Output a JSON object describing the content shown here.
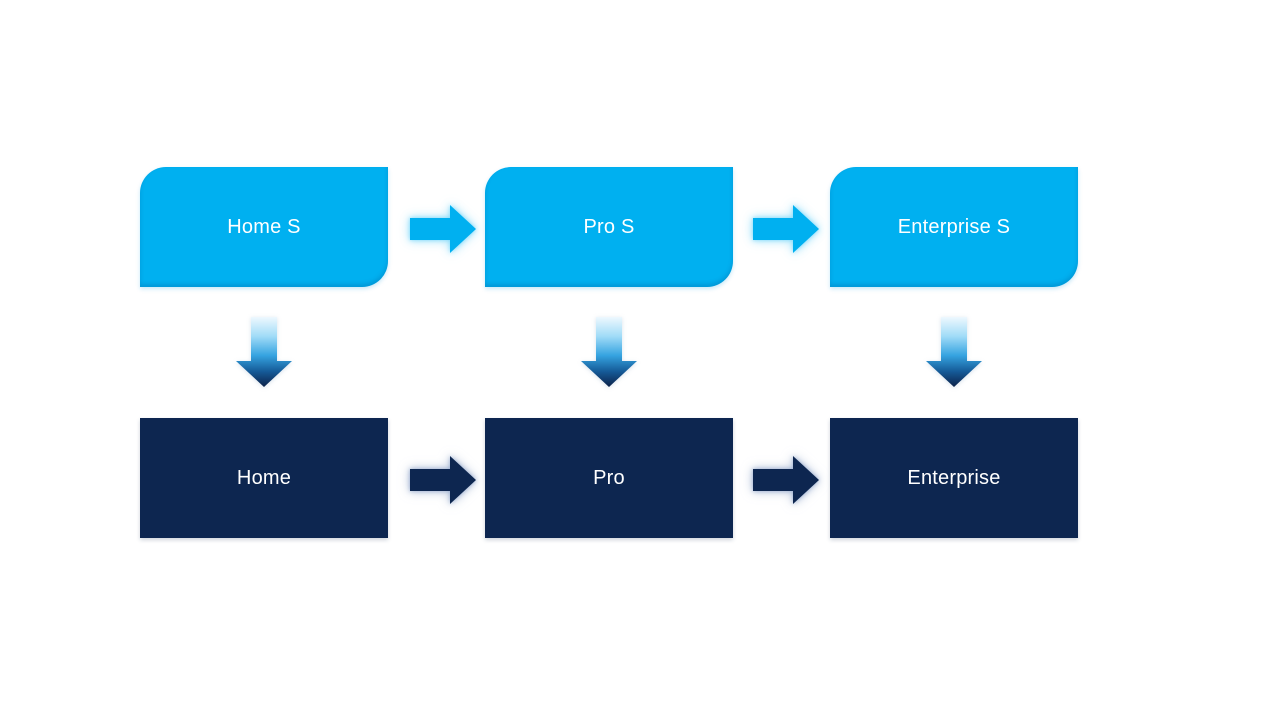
{
  "diagram": {
    "background_color": "#ffffff",
    "top_row": {
      "box_color": "#00B0F0",
      "text_color": "#ffffff",
      "shape": "rounded-diagonal-corner-rectangle",
      "boxes": [
        {
          "label": "Home S"
        },
        {
          "label": "Pro S"
        },
        {
          "label": "Enterprise S"
        }
      ]
    },
    "bottom_row": {
      "box_color": "#0D2650",
      "text_color": "#ffffff",
      "shape": "rectangle",
      "boxes": [
        {
          "label": "Home"
        },
        {
          "label": "Pro"
        },
        {
          "label": "Enterprise"
        }
      ]
    },
    "arrows": {
      "horizontal_top_color": "#00B0F0",
      "horizontal_bottom_color": "#0D2650",
      "vertical_gradient_stops": [
        "#EEF8FE",
        "#9FDBF7",
        "#35A3E0",
        "#155A97",
        "#0C2148"
      ]
    }
  }
}
